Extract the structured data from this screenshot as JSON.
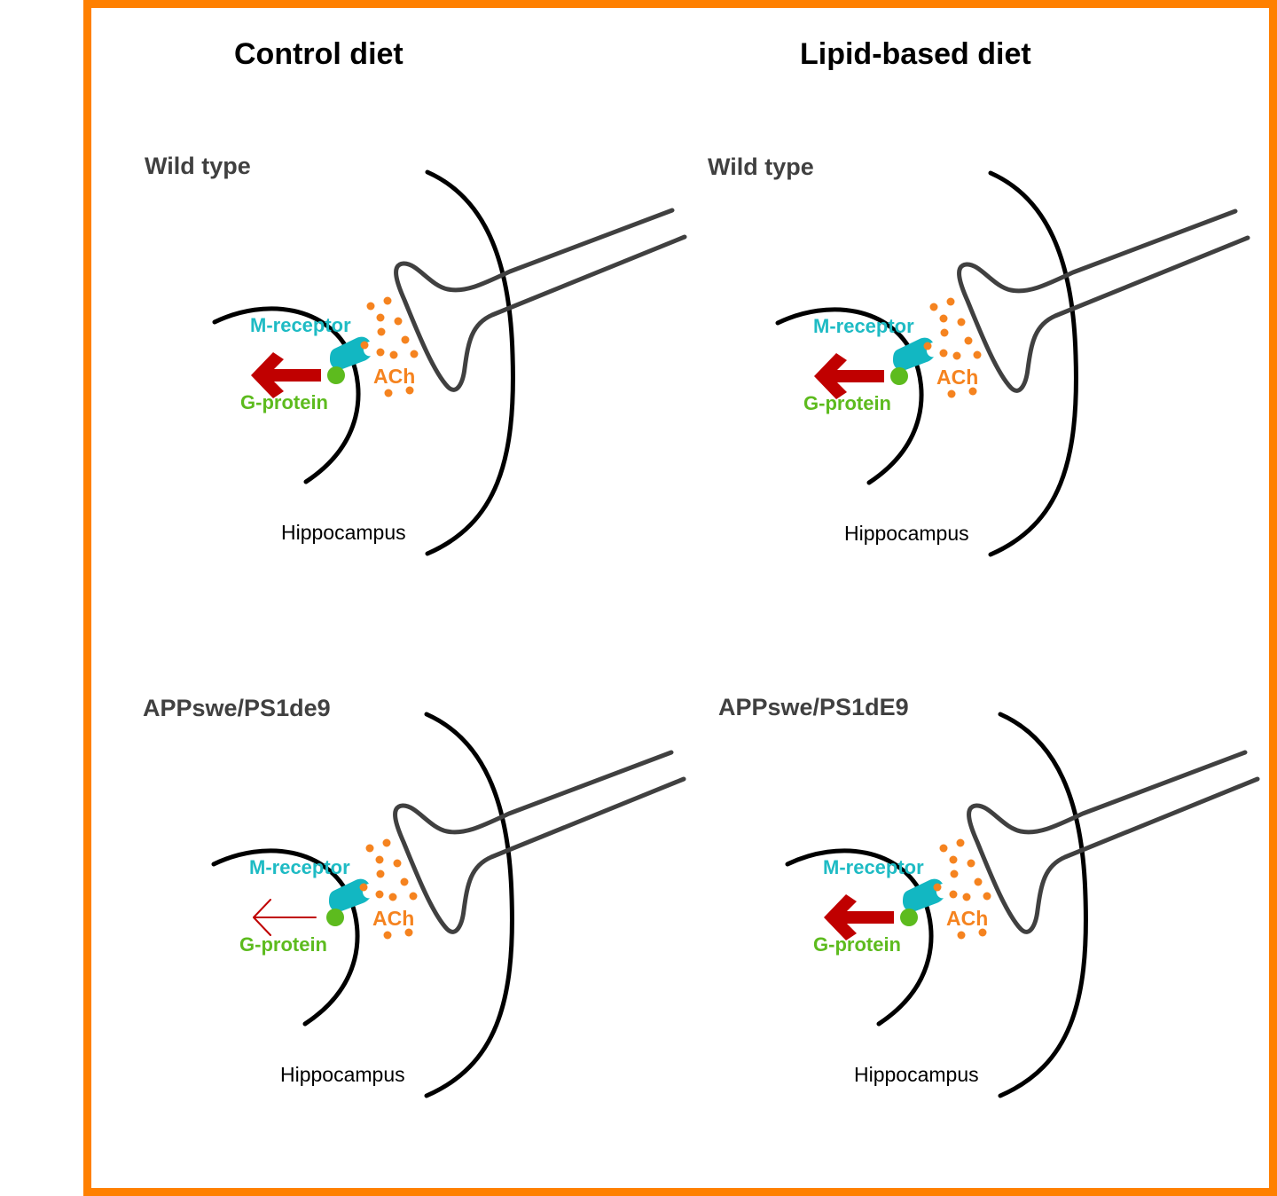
{
  "columns": {
    "control": "Control diet",
    "lipid": "Lipid-based diet"
  },
  "labels": {
    "receptor": "M-receptor",
    "gprotein": "G-protein",
    "neurotransmitter": "ACh",
    "region": "Hippocampus"
  },
  "panels": [
    {
      "id": "control-wildtype",
      "diet": "Control diet",
      "genotype": "Wild type",
      "signal_strength": "strong"
    },
    {
      "id": "lipid-wildtype",
      "diet": "Lipid-based diet",
      "genotype": "Wild type",
      "signal_strength": "strong"
    },
    {
      "id": "control-appswe",
      "diet": "Control diet",
      "genotype": "APPswe/PS1de9",
      "signal_strength": "weak"
    },
    {
      "id": "lipid-appswe",
      "diet": "Lipid-based diet",
      "genotype": "APPswe/PS1dE9",
      "signal_strength": "strong"
    }
  ],
  "colors": {
    "frame": "#FF8000",
    "receptor": "#12B7C2",
    "gprotein": "#5DBB1E",
    "ach": "#F5831F",
    "signal_arrow": "#C00000"
  }
}
